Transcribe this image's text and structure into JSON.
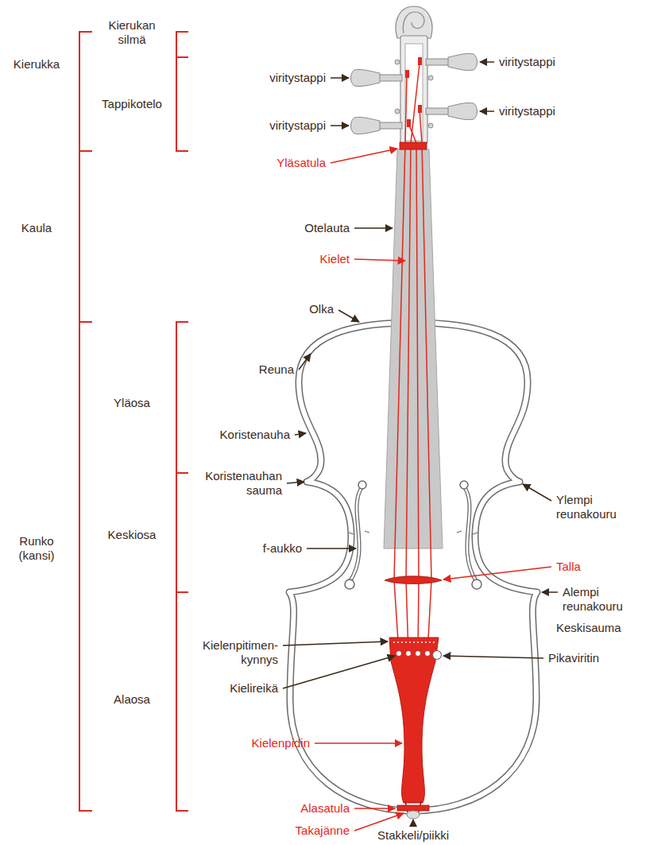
{
  "diagram": {
    "labels": [
      "Kierukan silmä",
      "Tappikotelo",
      "Kierukka",
      "viritystappi",
      "viritystappi",
      "viritystappi",
      "viritystappi",
      "Yläsatula",
      "Kaula",
      "Otelauta",
      "Kielet",
      "Olka",
      "Reuna",
      "Yläosa",
      "Koristenauha",
      "Koristenauhan sauma",
      "Keskiosa",
      "f-aukko",
      "Runko (kansi)",
      "Ylempi reunakouru",
      "Talla",
      "Alempi reunakouru",
      "Keskisauma",
      "Kielenpitimen- kynnys",
      "Pikaviritin",
      "Kielireikä",
      "Alaosa",
      "Kielenpidin",
      "Alasatula",
      "Takajänne",
      "Stakkeli/piikki"
    ]
  }
}
